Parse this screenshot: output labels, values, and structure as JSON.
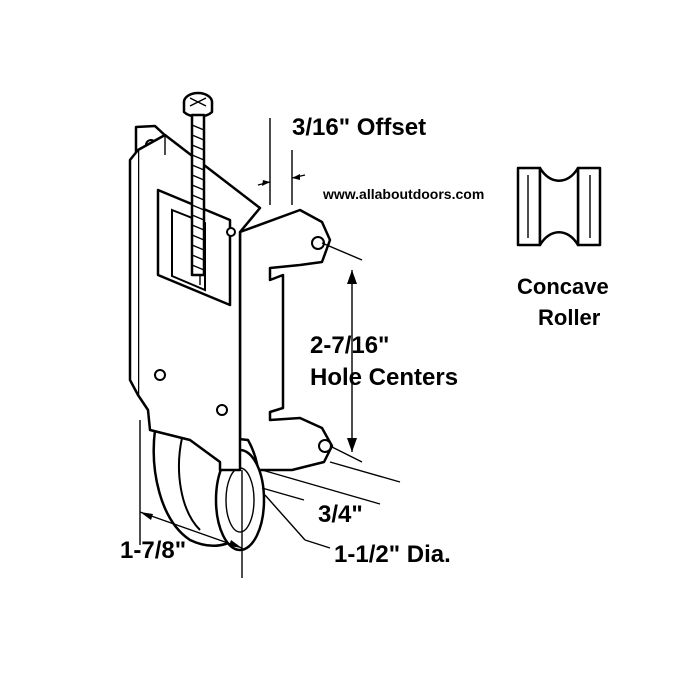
{
  "website": "www.allaboutdoors.com",
  "labels": {
    "offset": "3/16\" Offset",
    "hole_centers_value": "2-7/16\"",
    "hole_centers_text": "Hole Centers",
    "width_3_4": "3/4\"",
    "width_1_7_8": "1-7/8\"",
    "diameter": "1-1/2\" Dia.",
    "roller_type_line1": "Concave",
    "roller_type_line2": "Roller"
  },
  "colors": {
    "ink": "#000000",
    "background": "#ffffff"
  }
}
